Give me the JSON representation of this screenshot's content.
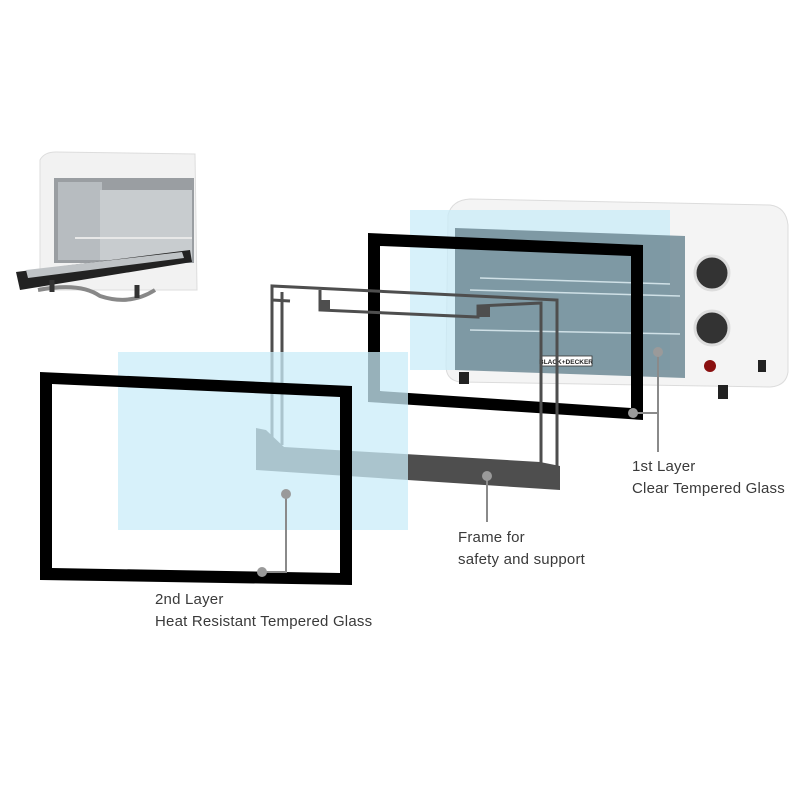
{
  "callouts": {
    "layer1": {
      "title": "1st Layer",
      "desc": "Clear Tempered Glass"
    },
    "frame": {
      "title": "Frame for",
      "desc": "safety and support"
    },
    "layer2": {
      "title": "2nd Layer",
      "desc": "Heat Resistant Tempered Glass"
    }
  },
  "brand_logo": "BLACK+DECKER",
  "colors": {
    "glass": "#c9ecf8",
    "frame": "#4e4e4e",
    "border": "#000000",
    "leader": "#8a8a8a"
  }
}
